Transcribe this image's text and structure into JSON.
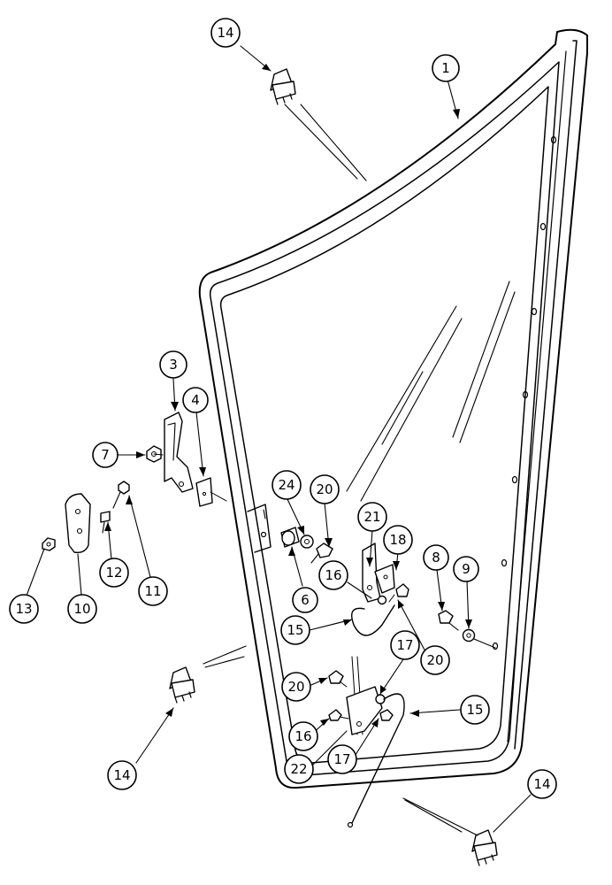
{
  "callouts": {
    "c14a": "14",
    "c1": "1",
    "c3": "3",
    "c4": "4",
    "c7": "7",
    "c24": "24",
    "c20a": "20",
    "c21": "21",
    "c18": "18",
    "c8": "8",
    "c9": "9",
    "c12": "12",
    "c11": "11",
    "c13": "13",
    "c10": "10",
    "c16a": "16",
    "c6": "6",
    "c15a": "15",
    "c17a": "17",
    "c20b": "20",
    "c20c": "20",
    "c15b": "15",
    "c16b": "16",
    "c22": "22",
    "c17b": "17",
    "c14b": "14",
    "c14c": "14"
  }
}
